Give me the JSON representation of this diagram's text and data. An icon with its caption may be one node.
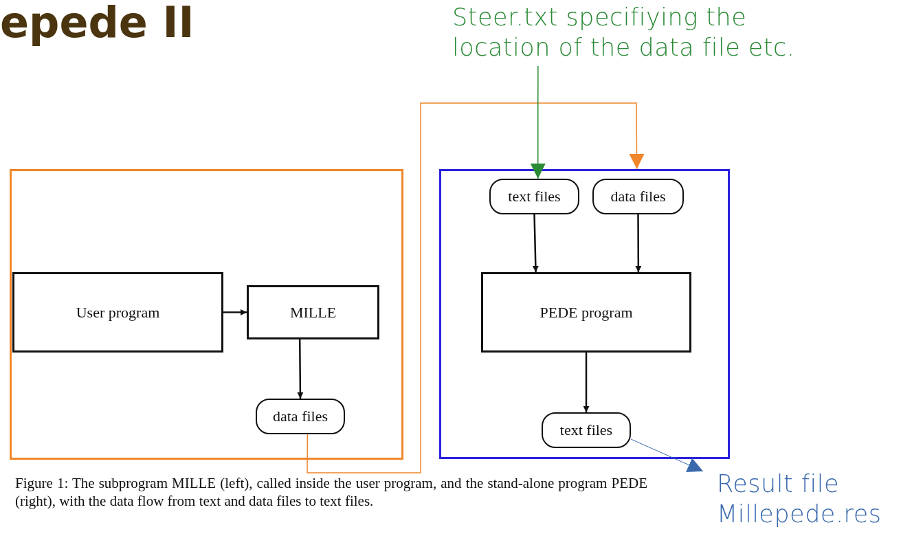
{
  "diagram": {
    "title": "epede II",
    "caption": "Figure 1: The subprogram MILLE (left), called inside the  user program, and the stand-alone program PEDE (right), with the data flow from text and data files to text files.",
    "nodes": [
      {
        "text": [],
        "shape": "box"
      },
      {
        "text": [
          "User program"
        ],
        "in": 0
      },
      {
        "text": [
          "MILLE"
        ],
        "in": 0
      },
      {
        "text": [
          "data files"
        ],
        "in": 0
      },
      {
        "text": [],
        "shape": "box"
      },
      {
        "text": [
          "text files"
        ],
        "in": 4
      },
      {
        "text": [
          "data files"
        ],
        "in": 4
      },
      {
        "text": [
          "PEDE program"
        ],
        "in": 4
      },
      {
        "text": [
          "text files"
        ],
        "in": 4
      },
      {
        "text": [
          "Steer.txt specifiying the location of the data file etc."
        ]
      },
      {
        "text": [
          "Result file Millepede.res"
        ]
      }
    ],
    "edges": [
      {
        "from": 1,
        "to": 2,
        "arrow": "to"
      },
      {
        "from": 2,
        "to": 3,
        "arrow": "to"
      },
      {
        "from": 3,
        "to": 4,
        "arrow": "to",
        "color": "#f0862a"
      },
      {
        "from": 9,
        "to": 5,
        "arrow": "to",
        "color": "#2a8a35"
      },
      {
        "from": 5,
        "to": 7,
        "arrow": "to"
      },
      {
        "from": 6,
        "to": 7,
        "arrow": "to"
      },
      {
        "from": 7,
        "to": 8,
        "arrow": "to"
      },
      {
        "from": 8,
        "to": 10,
        "arrow": "to",
        "color": "#3a6aad"
      }
    ]
  }
}
